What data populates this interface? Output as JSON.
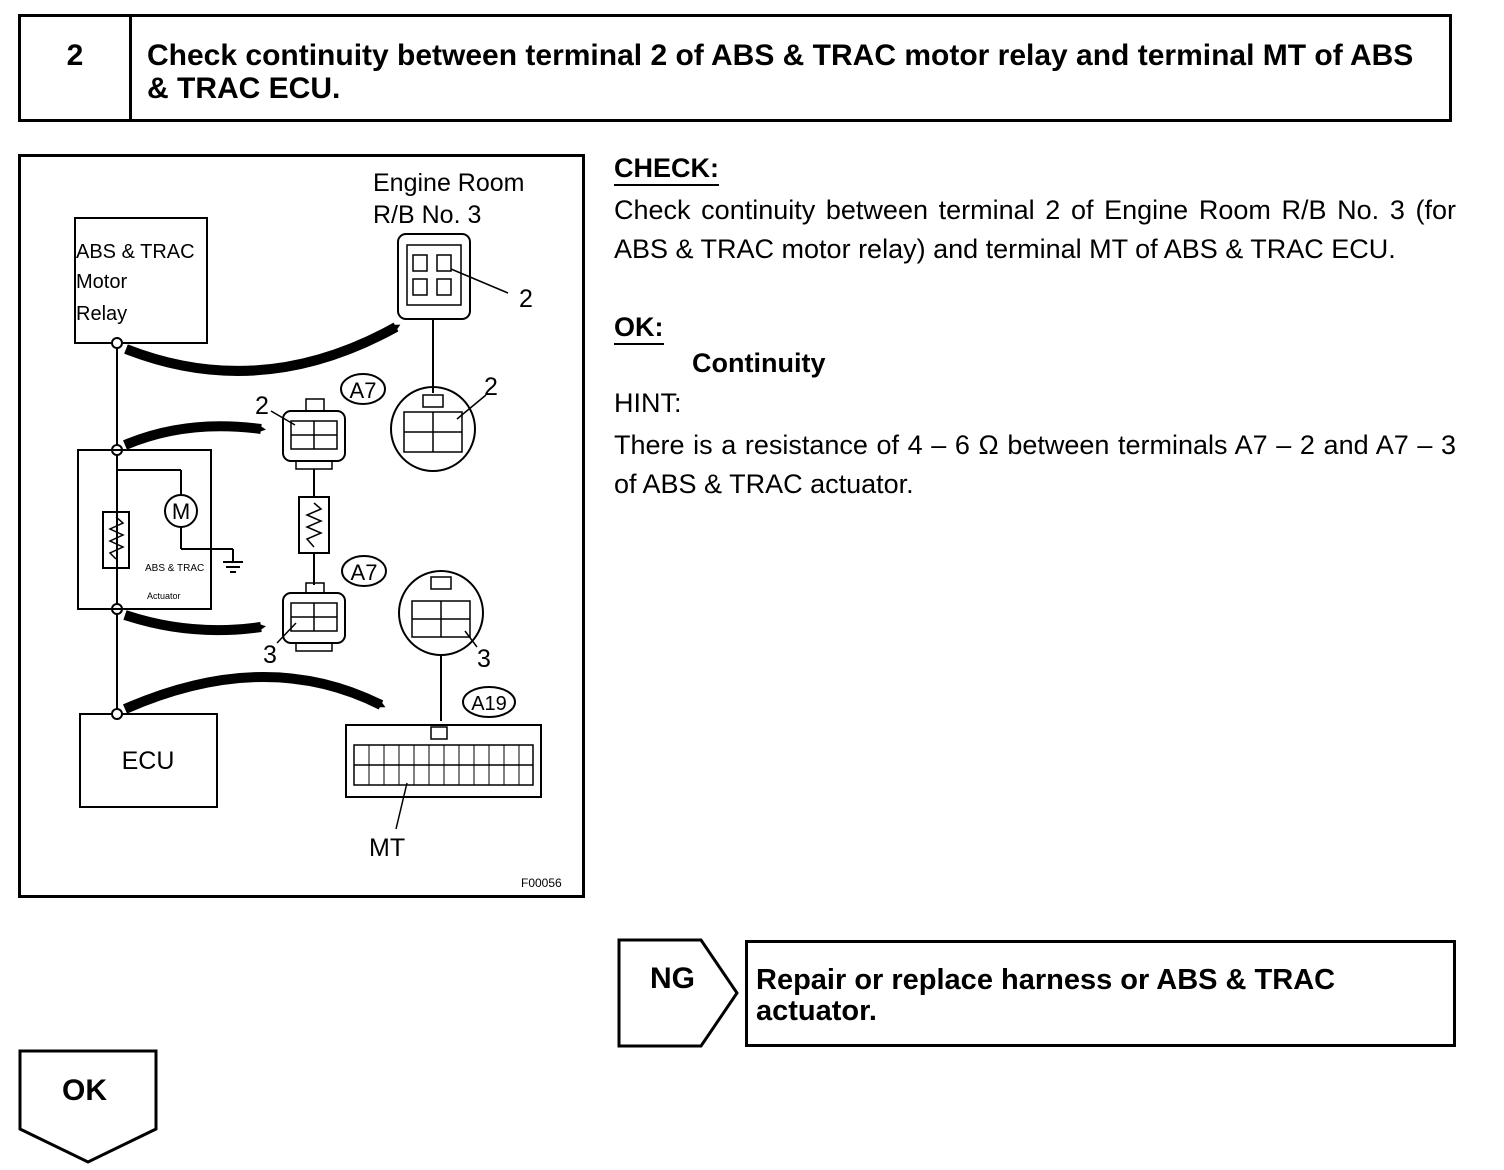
{
  "step": {
    "number": "2",
    "title": "Check continuity between terminal 2 of ABS & TRAC motor relay and terminal MT of ABS & TRAC ECU."
  },
  "diagram": {
    "engine_room_line1": "Engine Room",
    "engine_room_line2": "R/B No. 3",
    "relay_line1": "ABS & TRAC",
    "relay_line2": "Motor",
    "relay_line3": "Relay",
    "motor_symbol": "M",
    "actuator_line1": "ABS & TRAC",
    "actuator_line2": "Actuator",
    "ecu": "ECU",
    "connector_a7_top": "A7",
    "connector_a7_bottom": "A7",
    "connector_a19": "A19",
    "term_rb_2": "2",
    "term_a7_left_2": "2",
    "term_a7_right_2": "2",
    "term_a7_left_3": "3",
    "term_a7_right_3": "3",
    "term_mt": "MT",
    "figure_code": "F00056"
  },
  "check": {
    "label": "CHECK:",
    "text": "Check continuity between terminal 2 of Engine Room R/B No. 3 (for ABS & TRAC motor relay) and terminal MT of ABS & TRAC ECU."
  },
  "ok": {
    "label": "OK:",
    "value": "Continuity"
  },
  "hint": {
    "label": "HINT:",
    "text": "There is a resistance of 4 – 6 Ω between terminals A7 – 2 and A7 – 3 of ABS & TRAC actuator."
  },
  "ng": {
    "label": "NG",
    "action": "Repair or replace harness or ABS & TRAC actuator."
  },
  "ok_flow": {
    "label": "OK"
  }
}
